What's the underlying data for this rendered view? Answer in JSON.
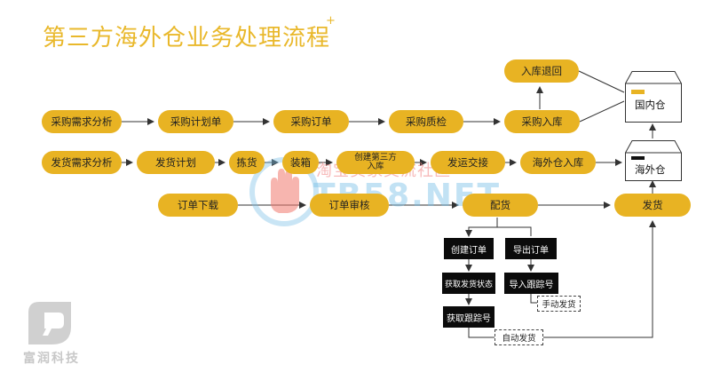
{
  "title": "第三方海外仓业务处理流程",
  "title_mark": "+",
  "colors": {
    "accent": "#e8b323",
    "black_box": "#0b0b0b",
    "line": "#333333"
  },
  "row1": [
    "采购需求分析",
    "采购计划单",
    "采购订单",
    "采购质检",
    "采购入库"
  ],
  "return_label": "入库退回",
  "row2": [
    "发货需求分析",
    "发货计划",
    "拣货",
    "装箱",
    "创建第三方入库",
    "发运交接",
    "海外仓入库"
  ],
  "row3": [
    "订单下载",
    "订单审核",
    "配货",
    "发货"
  ],
  "warehouses": {
    "domestic": "国内仓",
    "overseas": "海外仓"
  },
  "sub_flow": {
    "create_order": "创建订单",
    "get_status": "获取发货状态",
    "get_tracking": "获取跟踪号",
    "export_order": "导出订单",
    "import_tracking": "导入跟踪号",
    "manual_ship": "手动发货",
    "auto_ship": "自动发货"
  },
  "watermark": {
    "line1": "淘宝卖家交流社区",
    "line2": "TB58.NET"
  },
  "logo_text": "富润科技"
}
